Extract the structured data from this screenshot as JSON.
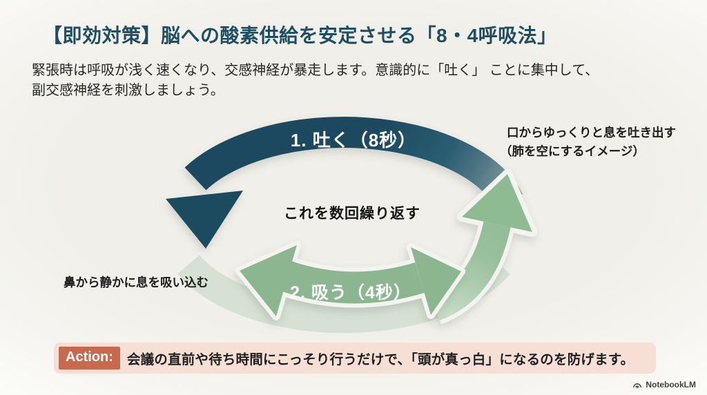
{
  "header": {
    "title": "【即効対策】脳への酸素供給を安定させる「8・4呼吸法」",
    "intro_line1": "緊張時は呼吸が浅く速くなり、交感神経が暴走します。意識的に「吐く」 ことに集中して、",
    "intro_line2": "副交感神経を刺激しましょう。"
  },
  "diagram": {
    "type": "cycle",
    "step1_label": "1. 吐く（8秒）",
    "step2_label": "2. 吸う（4秒）",
    "center_label": "これを数回繰り返す",
    "exhale_note_line1": "口からゆっくりと息を吐き出す",
    "exhale_note_line2": "（肺を空にするイメージ）",
    "inhale_note": "鼻から静かに息を吸い込む"
  },
  "action_bar": {
    "label": "Action:",
    "text": "会議の直前や待ち時間にこっそり行うだけで、「頭が真っ白」になるのを防げます。"
  },
  "footer": {
    "watermark": "NotebookLM"
  },
  "colors": {
    "bg": "#f0efe9",
    "title": "#1d4e63",
    "text": "#262626",
    "exhale-arc-dark": "#1c4a60",
    "exhale-arc-fade": "#9fb9ab",
    "inhale-green": "#8cb690",
    "inhale-green-faint": "#bcd3bd",
    "arrow-outline": "#f4f4ef",
    "badge-bg": "#c8694d",
    "bar-bg": "#f6e0d6",
    "watermark": "#44443f"
  }
}
